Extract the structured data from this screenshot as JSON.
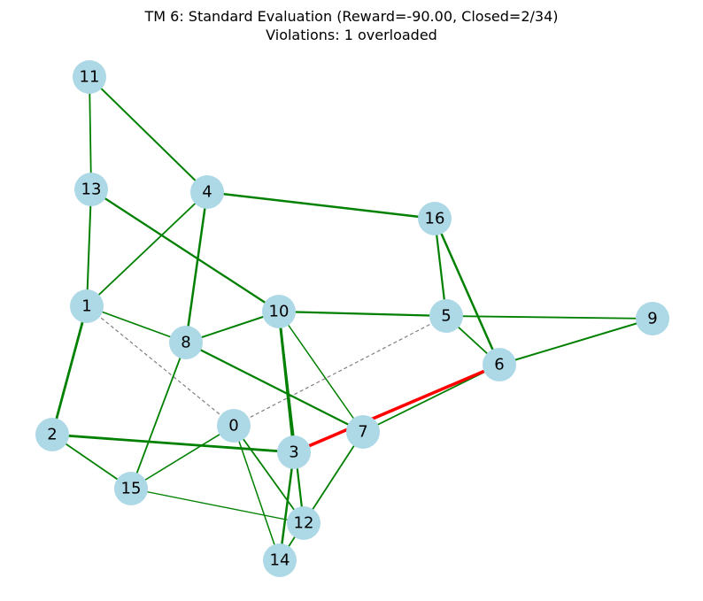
{
  "title": {
    "line1": "TM 6: Standard Evaluation (Reward=-90.00, Closed=2/34)",
    "line2": "Violations: 1 overloaded"
  },
  "colors": {
    "node_fill": "#add8e6",
    "edge_normal": "#008000",
    "edge_overloaded": "#ff0000",
    "edge_closed": "#808080"
  },
  "graph": {
    "nodes": [
      {
        "id": "0",
        "label": "0"
      },
      {
        "id": "1",
        "label": "1"
      },
      {
        "id": "2",
        "label": "2"
      },
      {
        "id": "3",
        "label": "3"
      },
      {
        "id": "4",
        "label": "4"
      },
      {
        "id": "5",
        "label": "5"
      },
      {
        "id": "6",
        "label": "6"
      },
      {
        "id": "7",
        "label": "7"
      },
      {
        "id": "8",
        "label": "8"
      },
      {
        "id": "9",
        "label": "9"
      },
      {
        "id": "10",
        "label": "10"
      },
      {
        "id": "11",
        "label": "11"
      },
      {
        "id": "12",
        "label": "12"
      },
      {
        "id": "13",
        "label": "13"
      },
      {
        "id": "14",
        "label": "14"
      },
      {
        "id": "15",
        "label": "15"
      },
      {
        "id": "16",
        "label": "16"
      }
    ],
    "edges": [
      {
        "source": "11",
        "target": "13",
        "status": "normal"
      },
      {
        "source": "11",
        "target": "4",
        "status": "normal"
      },
      {
        "source": "13",
        "target": "1",
        "status": "normal"
      },
      {
        "source": "13",
        "target": "10",
        "status": "normal"
      },
      {
        "source": "4",
        "target": "16",
        "status": "normal"
      },
      {
        "source": "4",
        "target": "1",
        "status": "normal"
      },
      {
        "source": "4",
        "target": "8",
        "status": "normal"
      },
      {
        "source": "16",
        "target": "5",
        "status": "normal"
      },
      {
        "source": "16",
        "target": "6",
        "status": "normal"
      },
      {
        "source": "1",
        "target": "8",
        "status": "normal"
      },
      {
        "source": "1",
        "target": "2",
        "status": "normal"
      },
      {
        "source": "1",
        "target": "0",
        "status": "closed"
      },
      {
        "source": "10",
        "target": "5",
        "status": "normal"
      },
      {
        "source": "10",
        "target": "8",
        "status": "normal"
      },
      {
        "source": "10",
        "target": "3",
        "status": "normal"
      },
      {
        "source": "10",
        "target": "7",
        "status": "normal"
      },
      {
        "source": "10",
        "target": "12",
        "status": "normal"
      },
      {
        "source": "5",
        "target": "9",
        "status": "normal"
      },
      {
        "source": "5",
        "target": "6",
        "status": "normal"
      },
      {
        "source": "5",
        "target": "0",
        "status": "closed"
      },
      {
        "source": "9",
        "target": "6",
        "status": "normal"
      },
      {
        "source": "6",
        "target": "7",
        "status": "normal"
      },
      {
        "source": "6",
        "target": "3",
        "status": "overloaded"
      },
      {
        "source": "8",
        "target": "7",
        "status": "normal"
      },
      {
        "source": "8",
        "target": "15",
        "status": "normal"
      },
      {
        "source": "2",
        "target": "3",
        "status": "normal"
      },
      {
        "source": "2",
        "target": "15",
        "status": "normal"
      },
      {
        "source": "0",
        "target": "15",
        "status": "normal"
      },
      {
        "source": "0",
        "target": "12",
        "status": "normal"
      },
      {
        "source": "0",
        "target": "14",
        "status": "normal"
      },
      {
        "source": "7",
        "target": "12",
        "status": "normal"
      },
      {
        "source": "3",
        "target": "14",
        "status": "normal"
      },
      {
        "source": "15",
        "target": "12",
        "status": "normal"
      },
      {
        "source": "12",
        "target": "14",
        "status": "normal"
      }
    ]
  }
}
